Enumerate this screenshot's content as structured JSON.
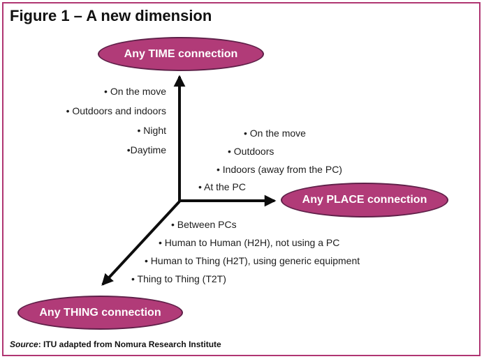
{
  "figure": {
    "title": "Figure 1 – A new dimension",
    "source_label": "Source",
    "source_text": ": ITU adapted from Nomura Research Institute"
  },
  "colors": {
    "ellipse_fill": "#b13b78",
    "ellipse_border": "#5e2048",
    "frame_border": "#b03572",
    "arrow": "#0d0d0d",
    "ink": "#1a1a1a"
  },
  "nodes": {
    "time": {
      "label": "Any TIME connection"
    },
    "place": {
      "label": "Any PLACE connection"
    },
    "thing": {
      "label": "Any THING connection"
    }
  },
  "lists": {
    "time_axis": {
      "items": [
        "• On the move",
        "• Outdoors and indoors",
        "• Night",
        "•Daytime"
      ]
    },
    "place_axis": {
      "items": [
        "• On the move",
        "• Outdoors",
        "• Indoors (away from the PC)",
        "• At the PC"
      ]
    },
    "thing_axis": {
      "items": [
        "• Between PCs",
        "• Human to Human (H2H), not using a PC",
        "• Human to Thing (H2T), using generic equipment",
        "• Thing to Thing (T2T)"
      ]
    }
  }
}
